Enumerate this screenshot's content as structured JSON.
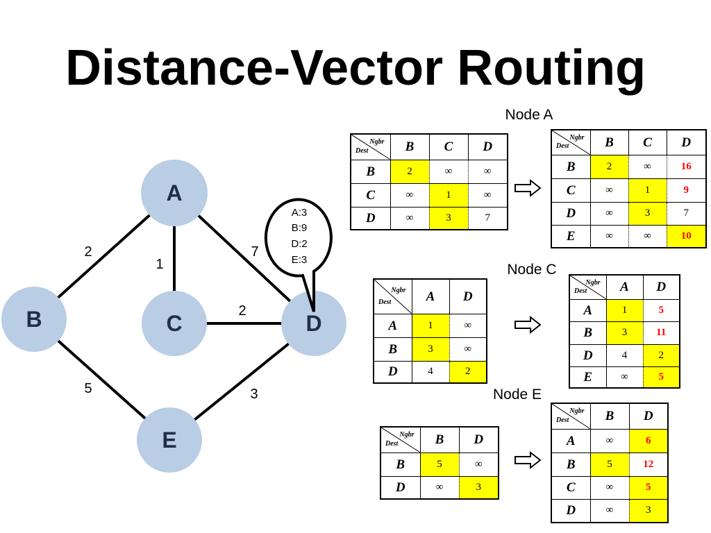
{
  "title": "Distance-Vector Routing",
  "colors": {
    "node_fill": "#b9cde5",
    "node_text": "#1f2f45",
    "highlight": "#ffff00",
    "updated_text": "#ff0000"
  },
  "graph": {
    "nodes": [
      "A",
      "B",
      "C",
      "D",
      "E"
    ],
    "edges": {
      "A-B": "2",
      "A-C": "1",
      "A-D": "7",
      "C-D": "2",
      "B-E": "5",
      "E-D": "3"
    },
    "bubble_lines": [
      "A:3",
      "B:9",
      "D:2",
      "E:3"
    ],
    "arrow_icon": "outline-right-arrow"
  },
  "corner": {
    "neighbor": "Ngbr",
    "destination": "Dest"
  },
  "node_a": {
    "label": "Node A",
    "before": {
      "columns": [
        "B",
        "C",
        "D"
      ],
      "rows": [
        {
          "dest": "B",
          "cells": [
            {
              "v": "2",
              "highlight": true
            },
            {
              "v": "∞"
            },
            {
              "v": "∞"
            }
          ]
        },
        {
          "dest": "C",
          "cells": [
            {
              "v": "∞"
            },
            {
              "v": "1",
              "highlight": true
            },
            {
              "v": "∞"
            }
          ]
        },
        {
          "dest": "D",
          "cells": [
            {
              "v": "∞"
            },
            {
              "v": "3",
              "highlight": true
            },
            {
              "v": "7"
            }
          ]
        }
      ]
    },
    "after": {
      "columns": [
        "B",
        "C",
        "D"
      ],
      "rows": [
        {
          "dest": "B",
          "cells": [
            {
              "v": "2",
              "highlight": true
            },
            {
              "v": "∞"
            },
            {
              "v": "16",
              "red": true
            }
          ]
        },
        {
          "dest": "C",
          "cells": [
            {
              "v": "∞"
            },
            {
              "v": "1",
              "highlight": true
            },
            {
              "v": "9",
              "red": true
            }
          ]
        },
        {
          "dest": "D",
          "cells": [
            {
              "v": "∞"
            },
            {
              "v": "3",
              "highlight": true
            },
            {
              "v": "7"
            }
          ]
        },
        {
          "dest": "E",
          "cells": [
            {
              "v": "∞"
            },
            {
              "v": "∞"
            },
            {
              "v": "10",
              "highlight": true,
              "red": true
            }
          ]
        }
      ]
    }
  },
  "node_c": {
    "label": "Node C",
    "before": {
      "columns": [
        "A",
        "D"
      ],
      "rows": [
        {
          "dest": "A",
          "cells": [
            {
              "v": "1",
              "highlight": true
            },
            {
              "v": "∞"
            }
          ]
        },
        {
          "dest": "B",
          "cells": [
            {
              "v": "3",
              "highlight": true
            },
            {
              "v": "∞"
            }
          ]
        },
        {
          "dest": "D",
          "cells": [
            {
              "v": "4"
            },
            {
              "v": "2",
              "highlight": true
            }
          ]
        }
      ]
    },
    "after": {
      "columns": [
        "A",
        "D"
      ],
      "rows": [
        {
          "dest": "A",
          "cells": [
            {
              "v": "1",
              "highlight": true
            },
            {
              "v": "5",
              "red": true
            }
          ]
        },
        {
          "dest": "B",
          "cells": [
            {
              "v": "3",
              "highlight": true
            },
            {
              "v": "11",
              "red": true
            }
          ]
        },
        {
          "dest": "D",
          "cells": [
            {
              "v": "4"
            },
            {
              "v": "2",
              "highlight": true
            }
          ]
        },
        {
          "dest": "E",
          "cells": [
            {
              "v": "∞"
            },
            {
              "v": "5",
              "highlight": true,
              "red": true
            }
          ]
        }
      ]
    }
  },
  "node_e": {
    "label": "Node E",
    "before": {
      "columns": [
        "B",
        "D"
      ],
      "rows": [
        {
          "dest": "B",
          "cells": [
            {
              "v": "5",
              "highlight": true
            },
            {
              "v": "∞"
            }
          ]
        },
        {
          "dest": "D",
          "cells": [
            {
              "v": "∞"
            },
            {
              "v": "3",
              "highlight": true
            }
          ]
        }
      ]
    },
    "after": {
      "columns": [
        "B",
        "D"
      ],
      "rows": [
        {
          "dest": "A",
          "cells": [
            {
              "v": "∞"
            },
            {
              "v": "6",
              "highlight": true,
              "red": true
            }
          ]
        },
        {
          "dest": "B",
          "cells": [
            {
              "v": "5",
              "highlight": true
            },
            {
              "v": "12",
              "red": true
            }
          ]
        },
        {
          "dest": "C",
          "cells": [
            {
              "v": "∞"
            },
            {
              "v": "5",
              "highlight": true,
              "red": true
            }
          ]
        },
        {
          "dest": "D",
          "cells": [
            {
              "v": "∞"
            },
            {
              "v": "3",
              "highlight": true
            }
          ]
        }
      ]
    }
  }
}
